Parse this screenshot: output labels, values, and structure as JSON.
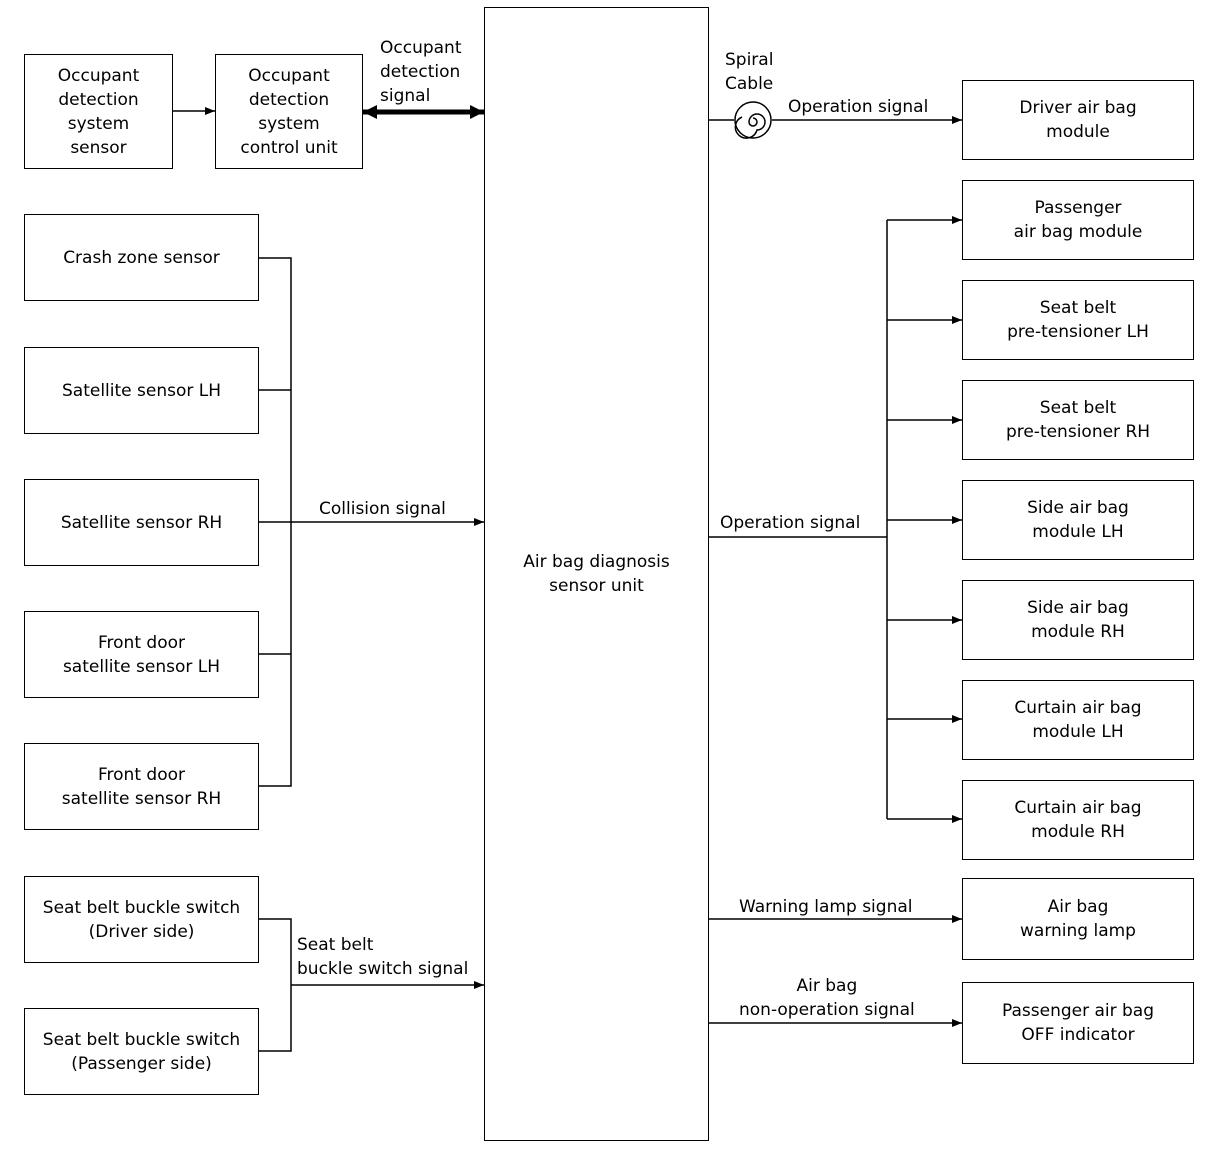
{
  "diagram": {
    "inputs": {
      "occupant_sensor": "Occupant\ndetection\nsystem\nsensor",
      "occupant_control_unit": "Occupant\ndetection\nsystem\ncontrol unit",
      "crash_zone": "Crash zone sensor",
      "satellite_lh": "Satellite sensor LH",
      "satellite_rh": "Satellite sensor RH",
      "front_door_lh": "Front door\nsatellite sensor LH",
      "front_door_rh": "Front door\nsatellite sensor RH",
      "buckle_driver": "Seat belt buckle switch\n(Driver side)",
      "buckle_passenger": "Seat belt buckle switch\n(Passenger side)"
    },
    "central_unit": "Air bag diagnosis\nsensor unit",
    "outputs": {
      "driver_module": "Driver air bag\nmodule",
      "passenger_module": "Passenger\nair bag module",
      "pretensioner_lh": "Seat belt\npre-tensioner LH",
      "pretensioner_rh": "Seat belt\npre-tensioner RH",
      "side_lh": "Side air bag\nmodule LH",
      "side_rh": "Side air bag\nmodule RH",
      "curtain_lh": "Curtain air bag\nmodule LH",
      "curtain_rh": "Curtain air bag\nmodule RH",
      "warning_lamp": "Air bag\nwarning lamp",
      "off_indicator": "Passenger air bag\nOFF indicator"
    },
    "signals": {
      "occupant_detection": "Occupant\ndetection\nsignal",
      "spiral_cable": "Spiral\nCable",
      "operation_driver": "Operation signal",
      "collision": "Collision signal",
      "operation": "Operation signal",
      "buckle_switch": "Seat belt\nbuckle switch signal",
      "warning_lamp": "Warning lamp signal",
      "non_operation": "Air bag\nnon-operation signal"
    }
  }
}
